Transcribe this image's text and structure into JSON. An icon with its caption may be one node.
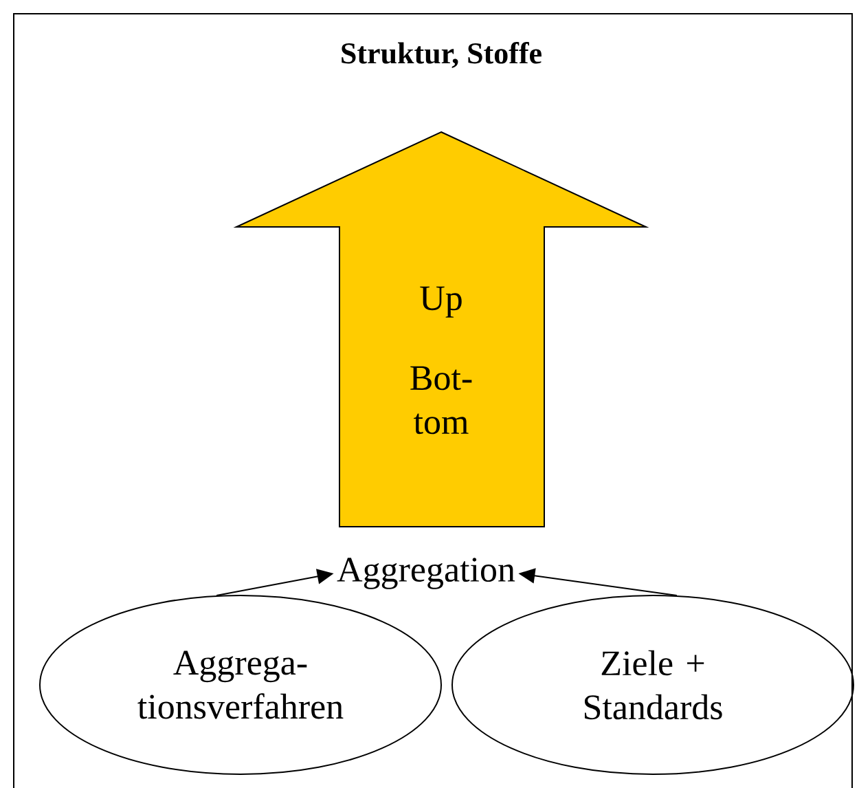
{
  "diagram": {
    "title": "Struktur, Stoffe",
    "nodes": [
      {
        "text": [
          "Up",
          "Bot- tom"
        ]
      },
      {
        "text": [
          "Aggregation"
        ]
      },
      {
        "text": [
          "Aggrega- tionsverfahren"
        ]
      },
      {
        "text": [
          "Ziele + Standards"
        ]
      }
    ],
    "edges": [
      {
        "from": 2,
        "to": 1,
        "arrow": "to"
      },
      {
        "from": 3,
        "to": 1,
        "arrow": "to"
      }
    ]
  }
}
